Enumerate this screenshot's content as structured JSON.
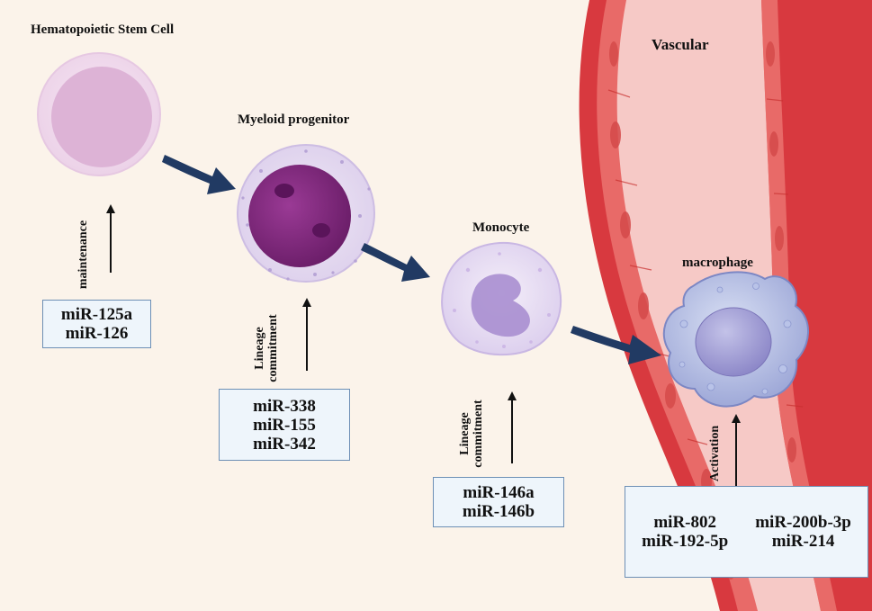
{
  "labels": {
    "hsc": "Hematopoietic Stem Cell",
    "myeloid": "Myeloid progenitor",
    "monocyte": "Monocyte",
    "macrophage": "macrophage",
    "vascular": "Vascular"
  },
  "arrow_labels": {
    "maintenance": "maintenance",
    "lineage_1": "Lineage",
    "commitment_1": "commitment",
    "lineage_2": "Lineage",
    "commitment_2": "commitment",
    "activation": "Activation"
  },
  "mirna_boxes": {
    "hsc": [
      "miR-125a",
      "miR-126"
    ],
    "myeloid": [
      "miR-338",
      "miR-155",
      "miR-342"
    ],
    "monocyte": [
      "miR-146a",
      "miR-146b"
    ],
    "macrophage": [
      "miR-802",
      "miR-200b-3p",
      "miR-192-5p",
      "miR-214"
    ]
  },
  "colors": {
    "background": "#fbf3ea",
    "vessel_wall": "#d8393f",
    "vessel_lumen": "#f6c5c3",
    "progression_arrow": "#213a63",
    "box_fill": "#eef5fb",
    "box_border": "#6d8fb5"
  }
}
